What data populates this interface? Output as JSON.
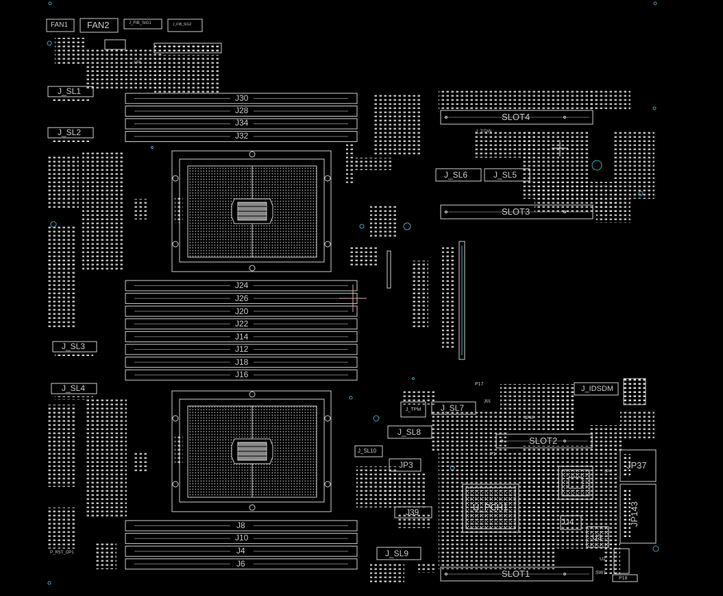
{
  "board": {
    "fans": [
      "FAN1",
      "FAN2"
    ],
    "fan_sig": [
      "J_FIB_SIG1",
      "J_FIB_SIG2"
    ],
    "upper_dimms": [
      "J30",
      "J28",
      "J34",
      "J32"
    ],
    "middle_dimms": [
      "J24",
      "J26",
      "J20",
      "J22",
      "J14",
      "J12",
      "J18",
      "J16"
    ],
    "lower_dimms": [
      "J8",
      "J10",
      "J4",
      "J6"
    ],
    "slots": [
      "SLOT4",
      "SLOT3",
      "SLOT2",
      "SLOT1"
    ],
    "left_sl": [
      "J_SL1",
      "J_SL2",
      "J_SL3",
      "J_SL4"
    ],
    "mid_sl": [
      "J_SL6",
      "J_SL5",
      "J_SL7",
      "J_SL8",
      "J_SL10",
      "J_SL9"
    ],
    "misc": {
      "titan": "J_TITAN",
      "tpm": "J_TPM",
      "jp3": "JP3",
      "j39": "J39",
      "pch": "U_PCH1",
      "u4": "U4",
      "u3": "U3",
      "jp37": "JP37",
      "jp143": "JP143",
      "idsdm": "J_IDSDM",
      "p17": "P17",
      "p18": "P18",
      "p1": "P1",
      "jp45": "JP45",
      "jp4": "JP4",
      "u2": "U2",
      "sw1": "SW1",
      "j55": "J55",
      "prst": "P_RST_OP1",
      "u19": "U19"
    }
  }
}
